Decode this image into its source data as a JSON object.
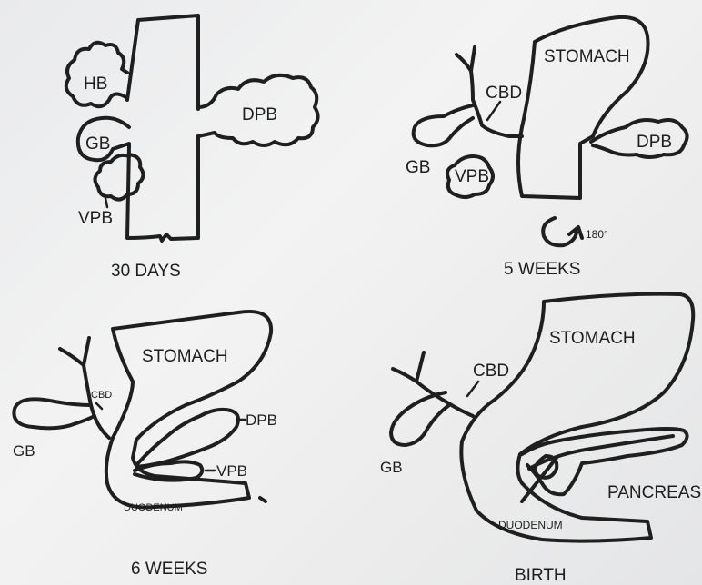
{
  "panels": {
    "days30": {
      "caption": "30 DAYS",
      "labels": {
        "hb": "HB",
        "gb": "GB",
        "vpb": "VPB",
        "dpb": "DPB"
      }
    },
    "weeks5": {
      "caption": "5 WEEKS",
      "labels": {
        "stomach": "STOMACH",
        "cbd": "CBD",
        "gb": "GB",
        "vpb": "VPB",
        "dpb": "DPB",
        "rotation": "180°"
      }
    },
    "weeks6": {
      "caption": "6 WEEKS",
      "labels": {
        "stomach": "STOMACH",
        "cbd": "CBD",
        "gb": "GB",
        "dpb": "DPB",
        "vpb": "VPB",
        "duodenum": "DUODENUM"
      }
    },
    "birth": {
      "caption": "BIRTH",
      "labels": {
        "stomach": "STOMACH",
        "cbd": "CBD",
        "gb": "GB",
        "pancreas": "PANCREAS",
        "duodenum": "DUODENUM"
      }
    }
  }
}
